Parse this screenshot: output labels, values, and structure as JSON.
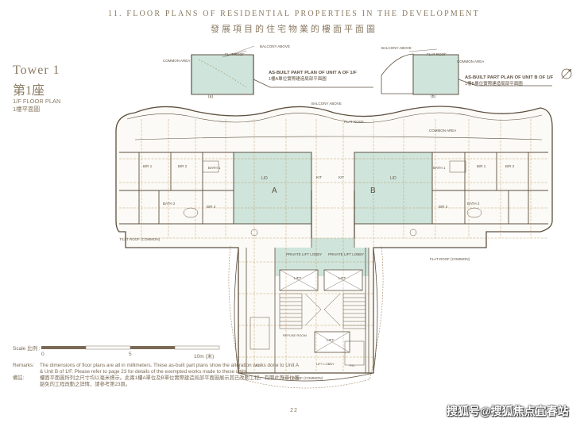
{
  "header": {
    "title_en": "11. FLOOR PLANS OF RESIDENTIAL PROPERTIES IN THE DEVELOPMENT",
    "title_zh": "發展項目的住宅物業的樓面平面圖"
  },
  "tower": {
    "name_en": "Tower 1",
    "name_zh": "第1座"
  },
  "floor_plan": {
    "en": "1/F FLOOR PLAN",
    "zh": "1樓平面圖"
  },
  "callouts": {
    "unit_a_en": "AS-BUILT PART PLAN OF UNIT A OF 1/F",
    "unit_a_zh": "1樓A單位實際建造局部平面圖",
    "unit_b_en": "AS-BUILT PART PLAN OF UNIT B OF 1/F",
    "unit_b_zh": "1樓B單位實際建造局部平面圖",
    "balcony_above": "BALCONY ABOVE",
    "flat_roof": "FLAT ROOF",
    "common_area": "COMMON AREA",
    "flat_roof_common": "FLAT ROOF (COMMON)",
    "tag_a": "(a)",
    "tag_b": "(b)"
  },
  "units": {
    "a": "A",
    "b": "B"
  },
  "rooms": {
    "bedroom_1": "B/R 1",
    "bedroom_2": "B/R 2",
    "bedroom_3": "B/R 3",
    "bath_1": "BATH 1",
    "bath_2": "BATH 2",
    "living_dining": "L/D",
    "kitchen": "KIT",
    "private_lift_lobby": "PRIVATE LIFT LOBBY",
    "lift": "LIFT",
    "refuse_room": "REFUSE ROOM",
    "lift_lobby": "LIFT LOBBY",
    "pipe_duct": "P.D."
  },
  "scale": {
    "label": "Scale 比例 :",
    "zero": "0",
    "five": "5",
    "ten": "10m (米)"
  },
  "remarks": {
    "label_en": "Remarks:",
    "text_en": "The dimensions of floor plans are all in millimeters. These as-built part plans show the alteration works done to Unit A & Unit B of 1/F. Please refer to page 23 for details of the exempted works made to these units.",
    "label_zh": "備註:",
    "text_zh": "樓面平面圖所列之尺寸均以毫米標示。此兩1樓A單位及B單位實際建造局部平面圖展示其已改動工程。有關此等單位獲豁免的工程改動之詳情，請參考第23頁。"
  },
  "page_number": "22",
  "watermark": "搜狐号@搜狐焦点宜春站"
}
